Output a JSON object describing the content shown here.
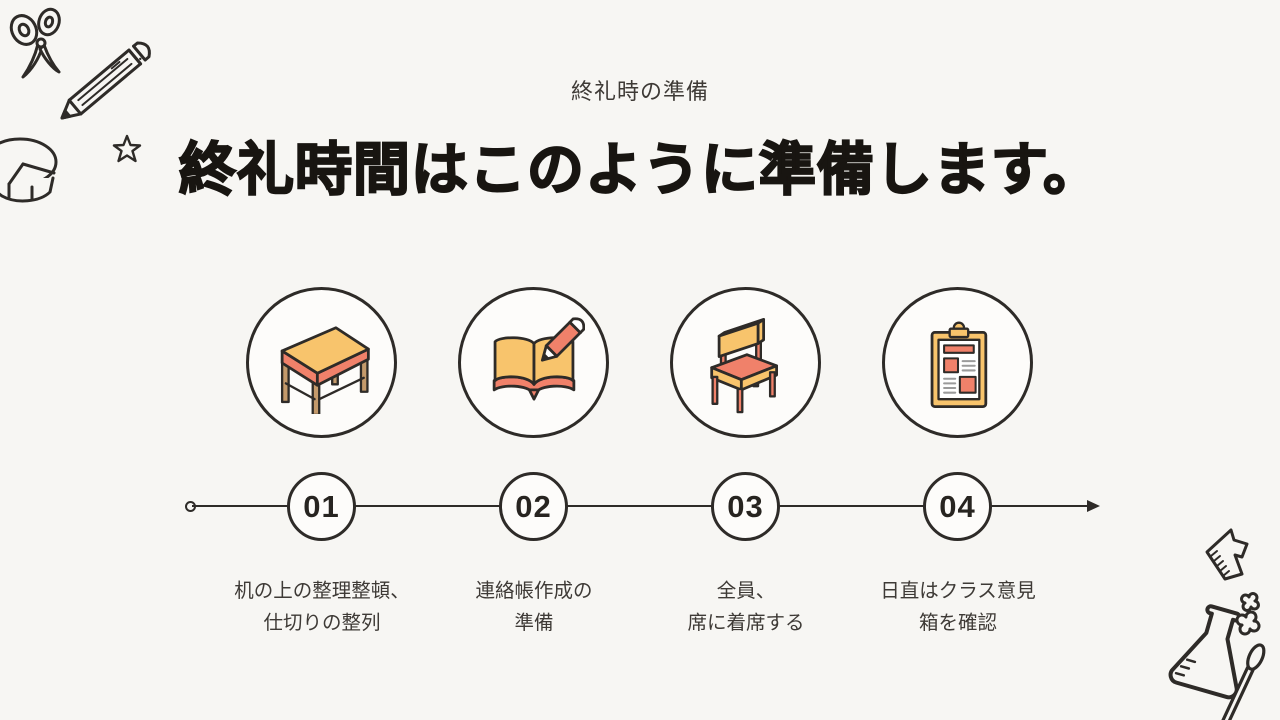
{
  "slide": {
    "background": "#f7f6f3",
    "outline_color": "#2e2b28",
    "accent_yellow": "#f8c46c",
    "accent_salmon": "#f0816a",
    "accent_tan": "#c49a6b",
    "kicker": "終礼時の準備",
    "title": "終礼時間はこのように準備します。"
  },
  "timeline": {
    "steps": [
      {
        "number": "01",
        "icon": "desk-icon",
        "caption": "机の上の整理整頓、\n仕切りの整列"
      },
      {
        "number": "02",
        "icon": "notebook-pencil-icon",
        "caption": "連絡帳作成の\n準備"
      },
      {
        "number": "03",
        "icon": "chair-icon",
        "caption": "全員、\n席に着席する"
      },
      {
        "number": "04",
        "icon": "clipboard-icon",
        "caption": "日直はクラス意見\n箱を確認"
      }
    ]
  },
  "decorations": [
    "scissors-doodle",
    "pencil-doodle",
    "pie-chart-doodle",
    "star-doodle",
    "arrow-doodle",
    "flask-doodle"
  ]
}
